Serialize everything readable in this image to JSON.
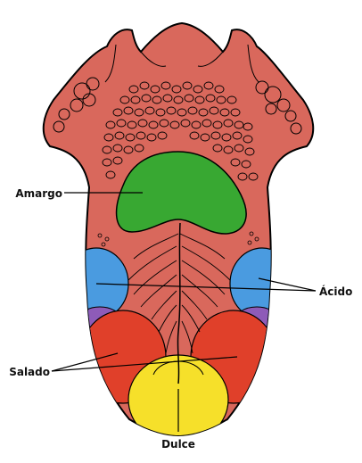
{
  "labels": {
    "bitter": "Amargo",
    "sour": "Ácido",
    "salty": "Salado",
    "sweet": "Dulce"
  },
  "colors": {
    "tongue": "#d9685c",
    "outline": "#000000",
    "bitter": "#38a832",
    "sour": "#4a9be0",
    "salty": "#e0402a",
    "sweet": "#f6e02a",
    "purple": "#8e5bb8"
  }
}
